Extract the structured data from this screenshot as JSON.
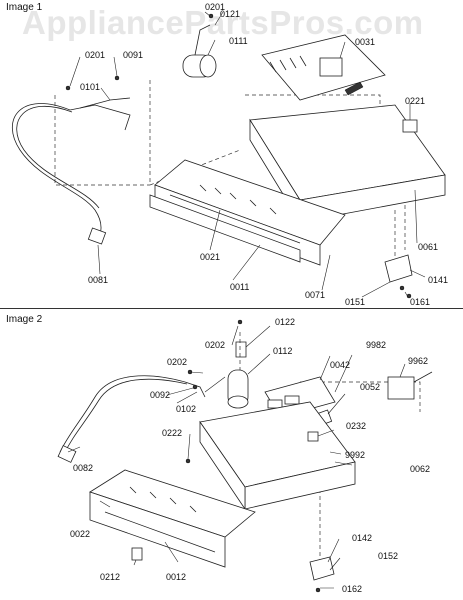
{
  "watermark": "AppliancePartsPros.com",
  "panels": [
    {
      "caption": "Image 1",
      "labels": [
        "0201",
        "0121",
        "0111",
        "0031",
        "0201",
        "0091",
        "0101",
        "0221",
        "0021",
        "0011",
        "0061",
        "0071",
        "0081",
        "0141",
        "0151",
        "0161"
      ]
    },
    {
      "caption": "Image 2",
      "labels": [
        "0202",
        "0122",
        "0112",
        "9982",
        "0042",
        "9962",
        "0202",
        "0052",
        "0092",
        "0102",
        "0232",
        "0222",
        "9992",
        "0062",
        "0082",
        "0022",
        "0142",
        "0152",
        "0212",
        "0012",
        "0162"
      ]
    }
  ]
}
